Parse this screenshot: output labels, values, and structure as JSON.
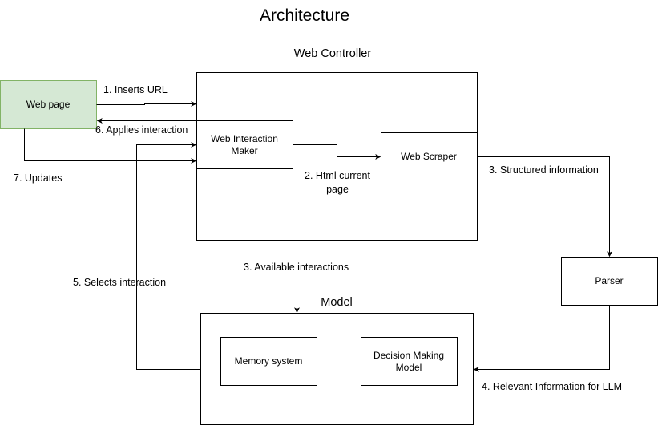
{
  "title": "Architecture",
  "colors": {
    "webpage_fill": "#d5e8d4",
    "webpage_stroke": "#82b366",
    "stroke": "#000000",
    "background": "#ffffff"
  },
  "nodes": {
    "web_page": "Web page",
    "web_controller": "Web Controller",
    "web_interaction_maker": [
      "Web Interaction",
      "Maker"
    ],
    "web_scraper": "Web Scraper",
    "parser": "Parser",
    "model": "Model",
    "memory_system": "Memory system",
    "decision_making_model": [
      "Decision Making",
      "Model"
    ]
  },
  "edges": {
    "inserts_url": "1. Inserts URL",
    "html_current_page": [
      "2. Html current",
      "page"
    ],
    "structured_information": "3. Structured information",
    "available_interactions": "3. Available interactions",
    "relevant_information": "4. Relevant Information for LLM",
    "selects_interaction": "5. Selects interaction",
    "applies_interaction": "6. Applies interaction",
    "updates": "7. Updates"
  }
}
